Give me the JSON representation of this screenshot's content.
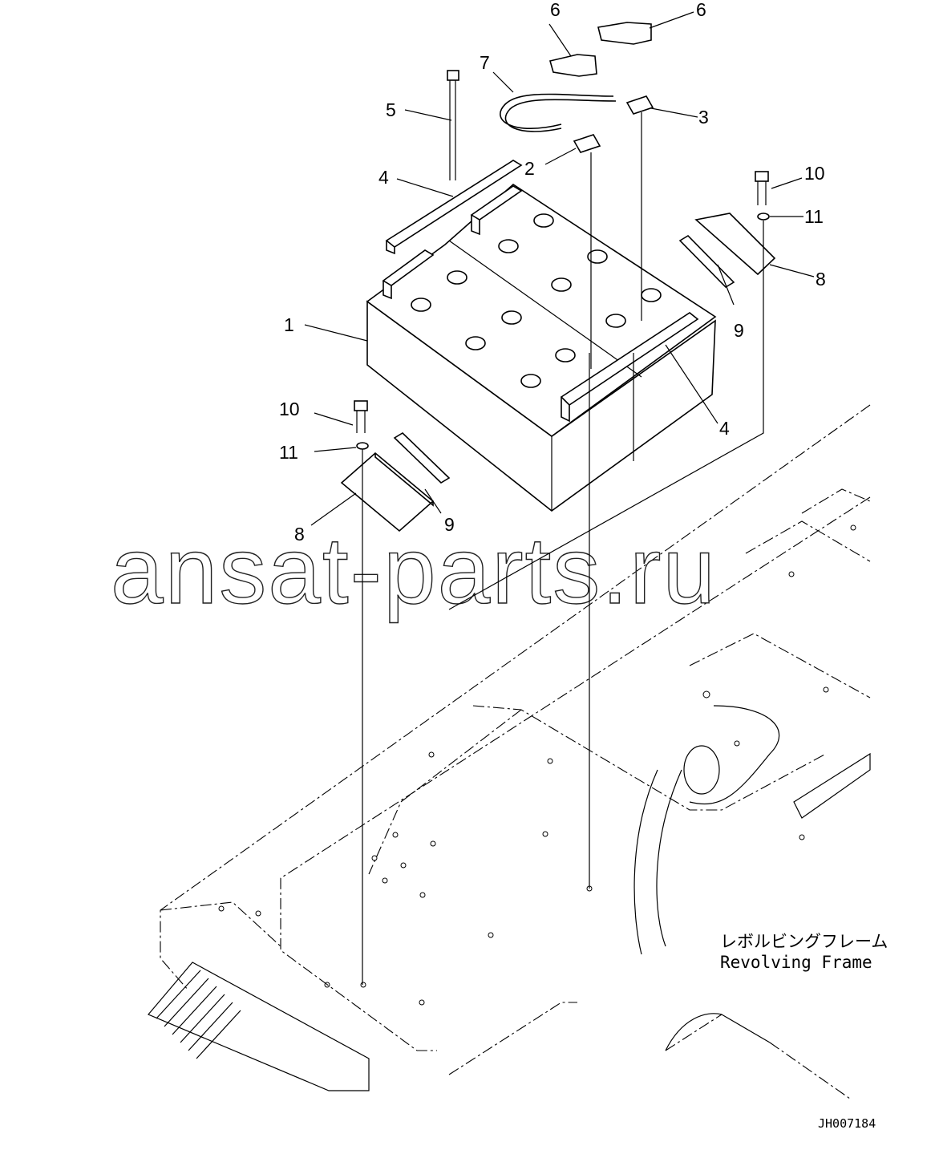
{
  "diagram": {
    "callouts": [
      "1",
      "2",
      "3",
      "4",
      "4",
      "5",
      "6",
      "6",
      "7",
      "8",
      "8",
      "9",
      "9",
      "10",
      "10",
      "11",
      "11"
    ],
    "frame_label_jp": "レボルビングフレーム",
    "frame_label_en": "Revolving Frame",
    "drawing_id": "JH007184",
    "watermark": "ansat-parts.ru"
  }
}
